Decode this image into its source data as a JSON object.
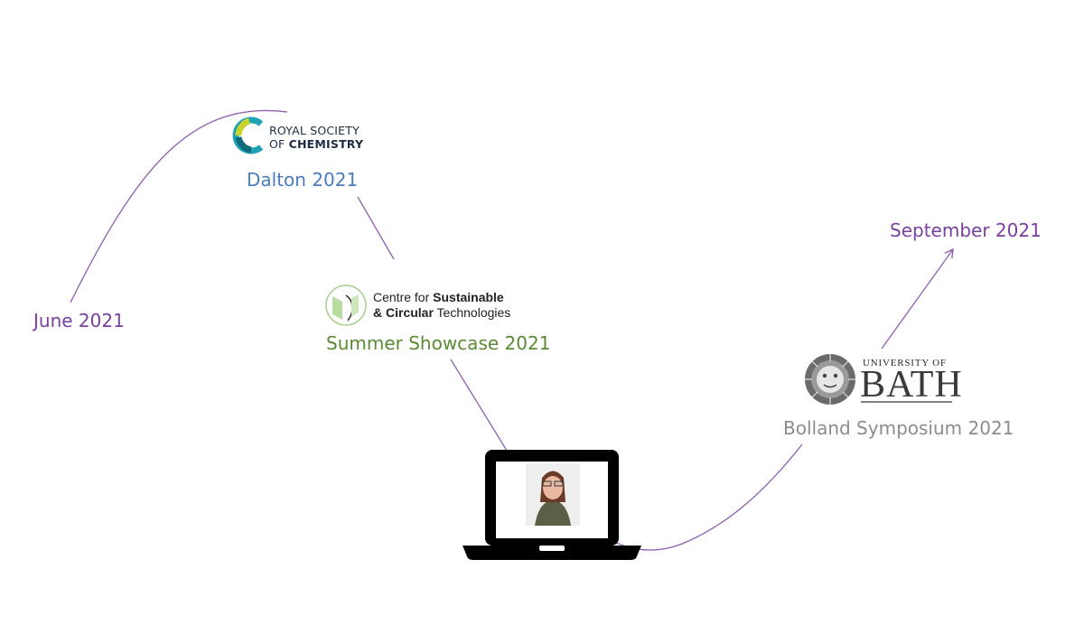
{
  "labels": {
    "june": "June 2021",
    "dalton": "Dalton 2021",
    "summer": "Summer Showcase 2021",
    "september": "September 2021",
    "bolland": "Bolland Symposium 2021"
  },
  "logos": {
    "rsc": {
      "line1": "ROYAL SOCIETY",
      "line2_prefix": "OF ",
      "line2_bold": "CHEMISTRY"
    },
    "csct": {
      "line1_prefix": "Centre for ",
      "line1_bold": "Sustainable",
      "line2_bold": "& Circular",
      "line2_suffix": " Technologies"
    },
    "bath": {
      "line1": "UNIVERSITY OF",
      "line2": "BATH"
    }
  },
  "colors": {
    "path": "#8f5fb0",
    "june": "#7b3fa0",
    "september": "#7b3fa0",
    "dalton": "#4a7dbf",
    "summer": "#5a8a32",
    "bolland": "#8c8c8c"
  },
  "icons": {
    "laptop": "laptop-icon",
    "rsc_mark": "rsc-logo-icon",
    "csct_mark": "csct-logo-icon",
    "bath_seal": "bath-seal-icon"
  }
}
